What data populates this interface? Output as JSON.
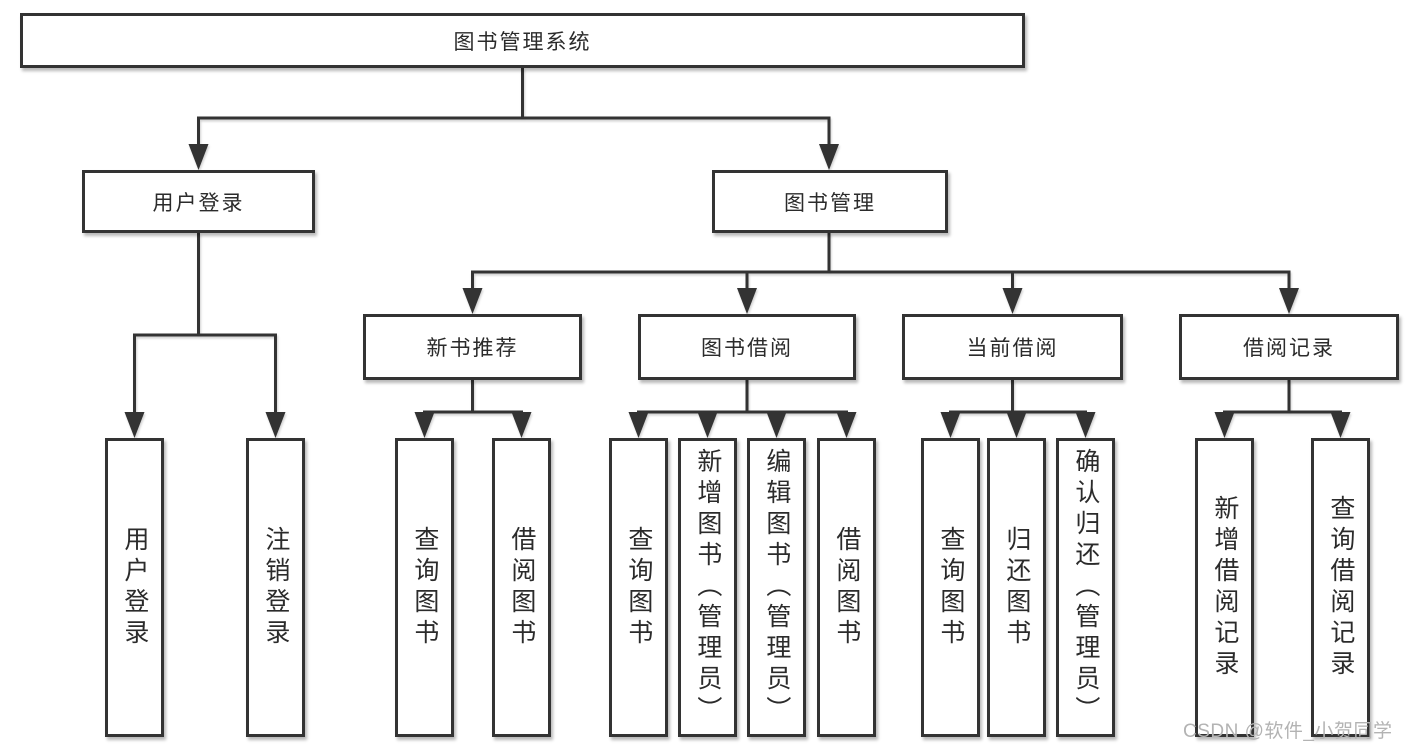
{
  "nodes": {
    "root": {
      "label": "图书管理系统"
    },
    "user_login": {
      "label": "用户登录"
    },
    "book_mgmt": {
      "label": "图书管理"
    },
    "new_book_rec": {
      "label": "新书推荐"
    },
    "book_borrow": {
      "label": "图书借阅"
    },
    "current_borrow": {
      "label": "当前借阅"
    },
    "borrow_records": {
      "label": "借阅记录"
    },
    "leaf_user_login": {
      "label": "用户登录"
    },
    "leaf_logout": {
      "label": "注销登录"
    },
    "leaf_query_book_1": {
      "label": "查询图书"
    },
    "leaf_borrow_book_1": {
      "label": "借阅图书"
    },
    "leaf_query_book_2": {
      "label": "查询图书"
    },
    "leaf_add_book": {
      "label": "新增图书（管理员）"
    },
    "leaf_edit_book": {
      "label": "编辑图书（管理员）"
    },
    "leaf_borrow_book_2": {
      "label": "借阅图书"
    },
    "leaf_query_book_3": {
      "label": "查询图书"
    },
    "leaf_return_book": {
      "label": "归还图书"
    },
    "leaf_confirm_return": {
      "label": "确认归还（管理员）"
    },
    "leaf_add_record": {
      "label": "新增借阅记录"
    },
    "leaf_query_record": {
      "label": "查询借阅记录"
    }
  },
  "hierarchy": {
    "root": [
      "user_login",
      "book_mgmt"
    ],
    "user_login": [
      "leaf_user_login",
      "leaf_logout"
    ],
    "book_mgmt": [
      "new_book_rec",
      "book_borrow",
      "current_borrow",
      "borrow_records"
    ],
    "new_book_rec": [
      "leaf_query_book_1",
      "leaf_borrow_book_1"
    ],
    "book_borrow": [
      "leaf_query_book_2",
      "leaf_add_book",
      "leaf_edit_book",
      "leaf_borrow_book_2"
    ],
    "current_borrow": [
      "leaf_query_book_3",
      "leaf_return_book",
      "leaf_confirm_return"
    ],
    "borrow_records": [
      "leaf_add_record",
      "leaf_query_record"
    ]
  },
  "watermark": {
    "text": "CSDN @软件_小贺同学",
    "color": "#b3b3b3"
  },
  "colors": {
    "background": "#ffffff",
    "box_background": "#ffffff",
    "box_border": "#333333",
    "connector_line": "#333333",
    "text": "#2b2b2b"
  }
}
